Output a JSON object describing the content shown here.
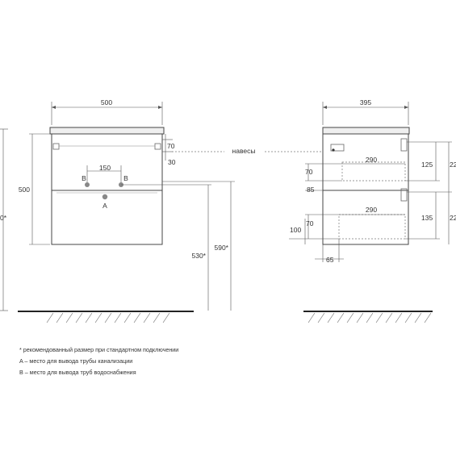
{
  "front": {
    "width": "500",
    "height_left": "500",
    "height_cut": "0*",
    "offset_70": "70",
    "offset_30": "30",
    "hinges": "навесы",
    "pipe_spacing": "150",
    "pipe_b_left": "B",
    "pipe_b_right": "B",
    "pipe_a": "A",
    "height_530": "530*",
    "height_590": "590*"
  },
  "side": {
    "depth": "395",
    "drawer_upper_depth": "290",
    "drawer_lower_depth": "290",
    "dim_70_upper": "70",
    "dim_85": "85",
    "dim_70_lower": "70",
    "dim_100": "100",
    "dim_65": "65",
    "dim_125": "125",
    "dim_135": "135",
    "dim_22_upper": "22",
    "dim_22_lower": "22"
  },
  "notes": [
    "* рекомендованный размер при стандартном подключении",
    "A – место для вывода трубы канализации",
    "B – место для вывода труб водоснабжения"
  ],
  "colors": {
    "line": "#444444",
    "pipe_marker": "#888888",
    "top_fill": "#efefef"
  }
}
